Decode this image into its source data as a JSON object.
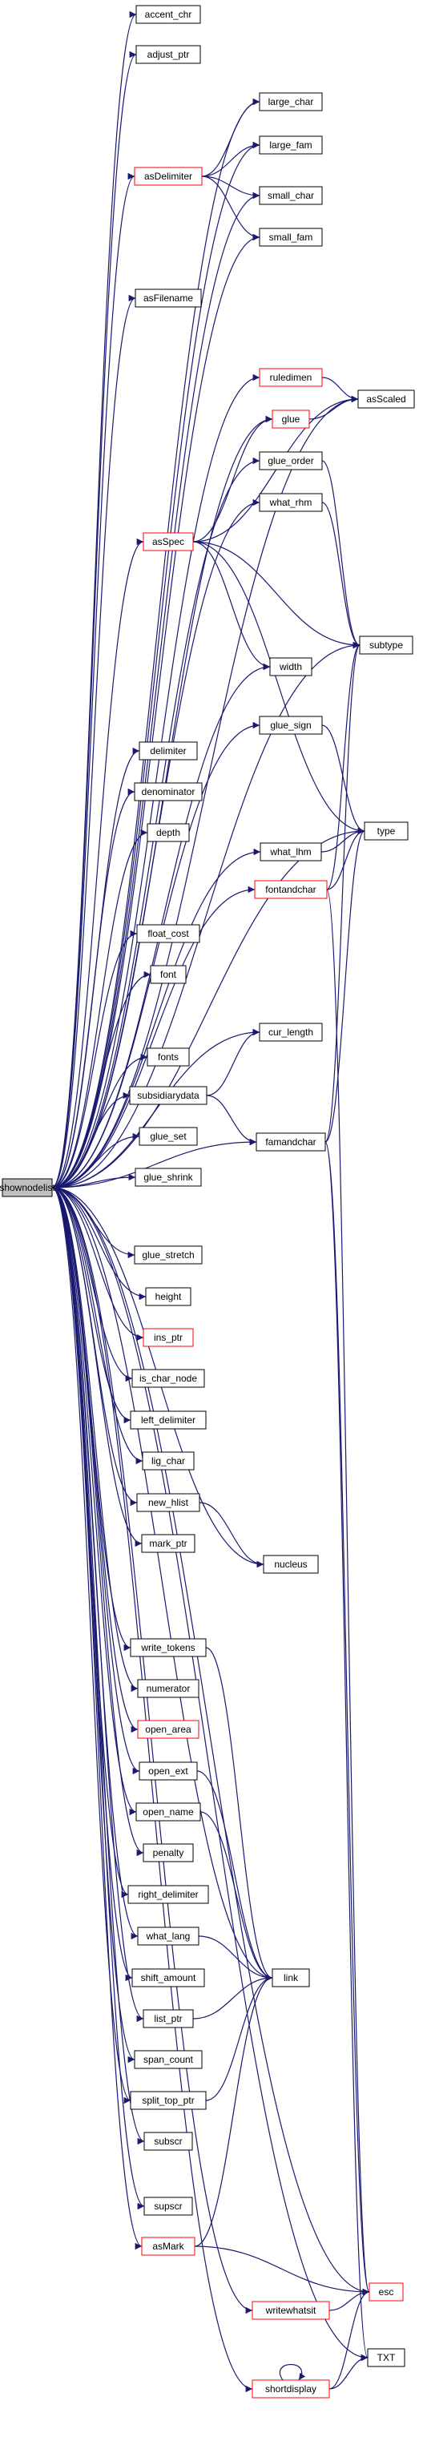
{
  "graph": {
    "type": "call-graph",
    "colors": {
      "edge": "#191970",
      "box_border": "#000000",
      "missing_border": "#ff0000",
      "root_fill": "#bfbfbf"
    },
    "nodes": [
      {
        "id": "shownodelist",
        "label": "shownodelist",
        "style": "root"
      },
      {
        "id": "accent_chr",
        "label": "accent_chr"
      },
      {
        "id": "adjust_ptr",
        "label": "adjust_ptr"
      },
      {
        "id": "large_char",
        "label": "large_char"
      },
      {
        "id": "large_fam",
        "label": "large_fam"
      },
      {
        "id": "asDelimiter",
        "label": "asDelimiter",
        "style": "red"
      },
      {
        "id": "small_char",
        "label": "small_char"
      },
      {
        "id": "small_fam",
        "label": "small_fam"
      },
      {
        "id": "asFilename",
        "label": "asFilename"
      },
      {
        "id": "ruledimen",
        "label": "ruledimen",
        "style": "red"
      },
      {
        "id": "asScaled",
        "label": "asScaled"
      },
      {
        "id": "glue",
        "label": "glue",
        "style": "red"
      },
      {
        "id": "glue_order",
        "label": "glue_order"
      },
      {
        "id": "what_rhm",
        "label": "what_rhm"
      },
      {
        "id": "asSpec",
        "label": "asSpec",
        "style": "red"
      },
      {
        "id": "subtype",
        "label": "subtype"
      },
      {
        "id": "width",
        "label": "width"
      },
      {
        "id": "glue_sign",
        "label": "glue_sign"
      },
      {
        "id": "delimiter",
        "label": "delimiter"
      },
      {
        "id": "denominator",
        "label": "denominator"
      },
      {
        "id": "depth",
        "label": "depth"
      },
      {
        "id": "type",
        "label": "type"
      },
      {
        "id": "what_lhm",
        "label": "what_lhm"
      },
      {
        "id": "fontandchar",
        "label": "fontandchar",
        "style": "red"
      },
      {
        "id": "float_cost",
        "label": "float_cost"
      },
      {
        "id": "font",
        "label": "font"
      },
      {
        "id": "cur_length",
        "label": "cur_length"
      },
      {
        "id": "fonts",
        "label": "fonts"
      },
      {
        "id": "subsidiarydata",
        "label": "subsidiarydata"
      },
      {
        "id": "glue_set",
        "label": "glue_set"
      },
      {
        "id": "famandchar",
        "label": "famandchar"
      },
      {
        "id": "glue_shrink",
        "label": "glue_shrink"
      },
      {
        "id": "glue_stretch",
        "label": "glue_stretch"
      },
      {
        "id": "height",
        "label": "height"
      },
      {
        "id": "ins_ptr",
        "label": "ins_ptr",
        "style": "red"
      },
      {
        "id": "is_char_node",
        "label": "is_char_node"
      },
      {
        "id": "left_delimiter",
        "label": "left_delimiter"
      },
      {
        "id": "lig_char",
        "label": "lig_char"
      },
      {
        "id": "new_hlist",
        "label": "new_hlist"
      },
      {
        "id": "mark_ptr",
        "label": "mark_ptr"
      },
      {
        "id": "nucleus",
        "label": "nucleus"
      },
      {
        "id": "write_tokens",
        "label": "write_tokens"
      },
      {
        "id": "numerator",
        "label": "numerator"
      },
      {
        "id": "open_area",
        "label": "open_area",
        "style": "red"
      },
      {
        "id": "open_ext",
        "label": "open_ext"
      },
      {
        "id": "open_name",
        "label": "open_name"
      },
      {
        "id": "penalty",
        "label": "penalty"
      },
      {
        "id": "right_delimiter",
        "label": "right_delimiter"
      },
      {
        "id": "what_lang",
        "label": "what_lang"
      },
      {
        "id": "link",
        "label": "link"
      },
      {
        "id": "shift_amount",
        "label": "shift_amount"
      },
      {
        "id": "list_ptr",
        "label": "list_ptr"
      },
      {
        "id": "span_count",
        "label": "span_count"
      },
      {
        "id": "split_top_ptr",
        "label": "split_top_ptr"
      },
      {
        "id": "subscr",
        "label": "subscr"
      },
      {
        "id": "supscr",
        "label": "supscr"
      },
      {
        "id": "asMark",
        "label": "asMark",
        "style": "red"
      },
      {
        "id": "esc",
        "label": "esc",
        "style": "red"
      },
      {
        "id": "writewhatsit",
        "label": "writewhatsit",
        "style": "red"
      },
      {
        "id": "TXT",
        "label": "TXT"
      },
      {
        "id": "shortdisplay",
        "label": "shortdisplay",
        "style": "red"
      }
    ],
    "edges": [
      [
        "shownodelist",
        "accent_chr"
      ],
      [
        "shownodelist",
        "adjust_ptr"
      ],
      [
        "shownodelist",
        "large_char"
      ],
      [
        "shownodelist",
        "large_fam"
      ],
      [
        "shownodelist",
        "asDelimiter"
      ],
      [
        "shownodelist",
        "small_char"
      ],
      [
        "shownodelist",
        "small_fam"
      ],
      [
        "shownodelist",
        "asFilename"
      ],
      [
        "shownodelist",
        "ruledimen"
      ],
      [
        "shownodelist",
        "asScaled"
      ],
      [
        "shownodelist",
        "glue"
      ],
      [
        "shownodelist",
        "glue_order"
      ],
      [
        "shownodelist",
        "what_rhm"
      ],
      [
        "shownodelist",
        "asSpec"
      ],
      [
        "shownodelist",
        "subtype"
      ],
      [
        "shownodelist",
        "width"
      ],
      [
        "shownodelist",
        "glue_sign"
      ],
      [
        "shownodelist",
        "delimiter"
      ],
      [
        "shownodelist",
        "denominator"
      ],
      [
        "shownodelist",
        "depth"
      ],
      [
        "shownodelist",
        "type"
      ],
      [
        "shownodelist",
        "what_lhm"
      ],
      [
        "shownodelist",
        "fontandchar"
      ],
      [
        "shownodelist",
        "float_cost"
      ],
      [
        "shownodelist",
        "font"
      ],
      [
        "shownodelist",
        "cur_length"
      ],
      [
        "shownodelist",
        "fonts"
      ],
      [
        "shownodelist",
        "subsidiarydata"
      ],
      [
        "shownodelist",
        "glue_set"
      ],
      [
        "shownodelist",
        "famandchar"
      ],
      [
        "shownodelist",
        "glue_shrink"
      ],
      [
        "shownodelist",
        "glue_stretch"
      ],
      [
        "shownodelist",
        "height"
      ],
      [
        "shownodelist",
        "ins_ptr"
      ],
      [
        "shownodelist",
        "is_char_node"
      ],
      [
        "shownodelist",
        "left_delimiter"
      ],
      [
        "shownodelist",
        "lig_char"
      ],
      [
        "shownodelist",
        "new_hlist"
      ],
      [
        "shownodelist",
        "mark_ptr"
      ],
      [
        "shownodelist",
        "nucleus"
      ],
      [
        "shownodelist",
        "write_tokens"
      ],
      [
        "shownodelist",
        "numerator"
      ],
      [
        "shownodelist",
        "open_area"
      ],
      [
        "shownodelist",
        "open_ext"
      ],
      [
        "shownodelist",
        "open_name"
      ],
      [
        "shownodelist",
        "penalty"
      ],
      [
        "shownodelist",
        "right_delimiter"
      ],
      [
        "shownodelist",
        "what_lang"
      ],
      [
        "shownodelist",
        "shift_amount"
      ],
      [
        "shownodelist",
        "list_ptr"
      ],
      [
        "shownodelist",
        "span_count"
      ],
      [
        "shownodelist",
        "split_top_ptr"
      ],
      [
        "shownodelist",
        "subscr"
      ],
      [
        "shownodelist",
        "supscr"
      ],
      [
        "shownodelist",
        "asMark"
      ],
      [
        "shownodelist",
        "esc"
      ],
      [
        "shownodelist",
        "writewhatsit"
      ],
      [
        "shownodelist",
        "shortdisplay"
      ],
      [
        "shownodelist",
        "TXT"
      ],
      [
        "shownodelist",
        "link"
      ],
      [
        "asDelimiter",
        "large_char"
      ],
      [
        "asDelimiter",
        "large_fam"
      ],
      [
        "asDelimiter",
        "small_char"
      ],
      [
        "asDelimiter",
        "small_fam"
      ],
      [
        "ruledimen",
        "asScaled"
      ],
      [
        "glue",
        "asScaled"
      ],
      [
        "glue_order",
        "subtype"
      ],
      [
        "what_rhm",
        "subtype"
      ],
      [
        "asSpec",
        "glue"
      ],
      [
        "asSpec",
        "asScaled"
      ],
      [
        "asSpec",
        "subtype"
      ],
      [
        "asSpec",
        "width"
      ],
      [
        "asSpec",
        "type"
      ],
      [
        "glue_sign",
        "type"
      ],
      [
        "what_lhm",
        "type"
      ],
      [
        "fontandchar",
        "subtype"
      ],
      [
        "fontandchar",
        "type"
      ],
      [
        "fontandchar",
        "esc"
      ],
      [
        "subsidiarydata",
        "cur_length"
      ],
      [
        "subsidiarydata",
        "famandchar"
      ],
      [
        "famandchar",
        "subtype"
      ],
      [
        "famandchar",
        "type"
      ],
      [
        "famandchar",
        "esc"
      ],
      [
        "famandchar",
        "TXT"
      ],
      [
        "new_hlist",
        "nucleus"
      ],
      [
        "write_tokens",
        "link"
      ],
      [
        "open_ext",
        "link"
      ],
      [
        "open_name",
        "link"
      ],
      [
        "what_lang",
        "link"
      ],
      [
        "list_ptr",
        "link"
      ],
      [
        "split_top_ptr",
        "link"
      ],
      [
        "asMark",
        "link"
      ],
      [
        "asMark",
        "esc"
      ],
      [
        "writewhatsit",
        "esc"
      ],
      [
        "shortdisplay",
        "shortdisplay"
      ],
      [
        "shortdisplay",
        "esc"
      ],
      [
        "shortdisplay",
        "TXT"
      ]
    ]
  }
}
